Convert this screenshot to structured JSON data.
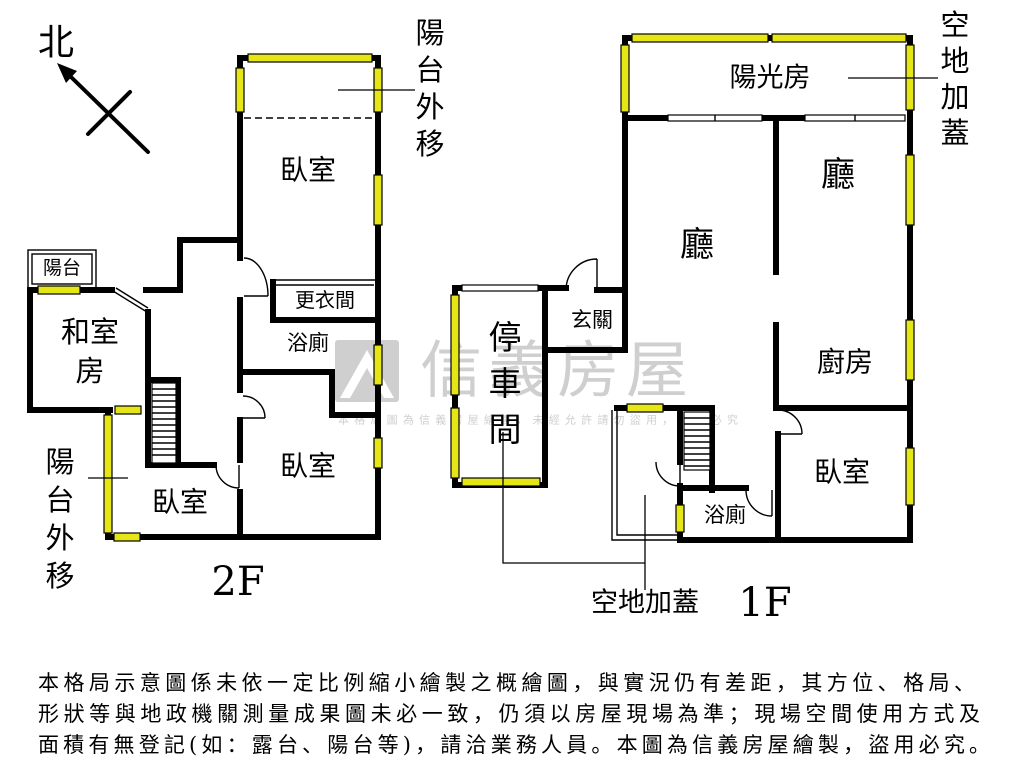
{
  "compass": {
    "north": "北"
  },
  "floor_2f": {
    "floor_label": "2F",
    "rooms": {
      "bedroom_top": "臥室",
      "dressing_room": "更衣間",
      "bathroom": "浴廁",
      "bedroom_middle": "臥室",
      "bedroom_left": "臥室",
      "japanese_room": "和室房",
      "balcony": "陽台"
    },
    "notes": {
      "balcony_moved_top": "陽台外移",
      "balcony_moved_left": "陽台外移"
    }
  },
  "floor_1f": {
    "floor_label": "1F",
    "rooms": {
      "sunroom": "陽光房",
      "hall_upper_right": "廳",
      "hall_center": "廳",
      "foyer": "玄關",
      "garage": "停車間",
      "kitchen": "廚房",
      "bedroom": "臥室",
      "bathroom": "浴廁"
    },
    "notes": {
      "extension_top": "空地加蓋",
      "extension_bottom": "空地加蓋"
    }
  },
  "watermark": {
    "brand": "信義房屋",
    "notice": "本格局圖為信義房屋繪製，未經允許請勿盜用，違者必究"
  },
  "disclaimer": {
    "lines": [
      "本格局示意圖係未依一定比例縮小繪製之概繪圖，與實況仍有差距，其方位、格局、",
      "形狀等與地政機關測量成果圖未必一致，仍須以房屋現場為準；現場空間使用方式及",
      "面積有無登記(如：露台、陽台等)，請洽業務人員。本圖為信義房屋繪製，盜用必究。"
    ]
  },
  "colors": {
    "wall": "#000000",
    "window": "#e6e617",
    "watermark": "#cfcfcf"
  },
  "icons": {
    "compass": "north-arrow-icon",
    "watermark_logo": "house-roof-logo-icon"
  }
}
